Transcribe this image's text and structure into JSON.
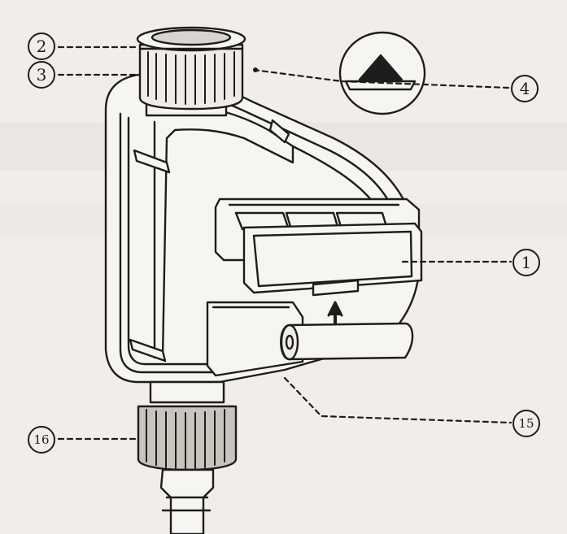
{
  "diagram": {
    "labels": {
      "l1": "1",
      "l2": "2",
      "l3": "3",
      "l4": "4",
      "l15": "15",
      "l16": "16"
    },
    "colors": {
      "paper": "#f1eeea",
      "ink": "#1d1d1d"
    }
  }
}
